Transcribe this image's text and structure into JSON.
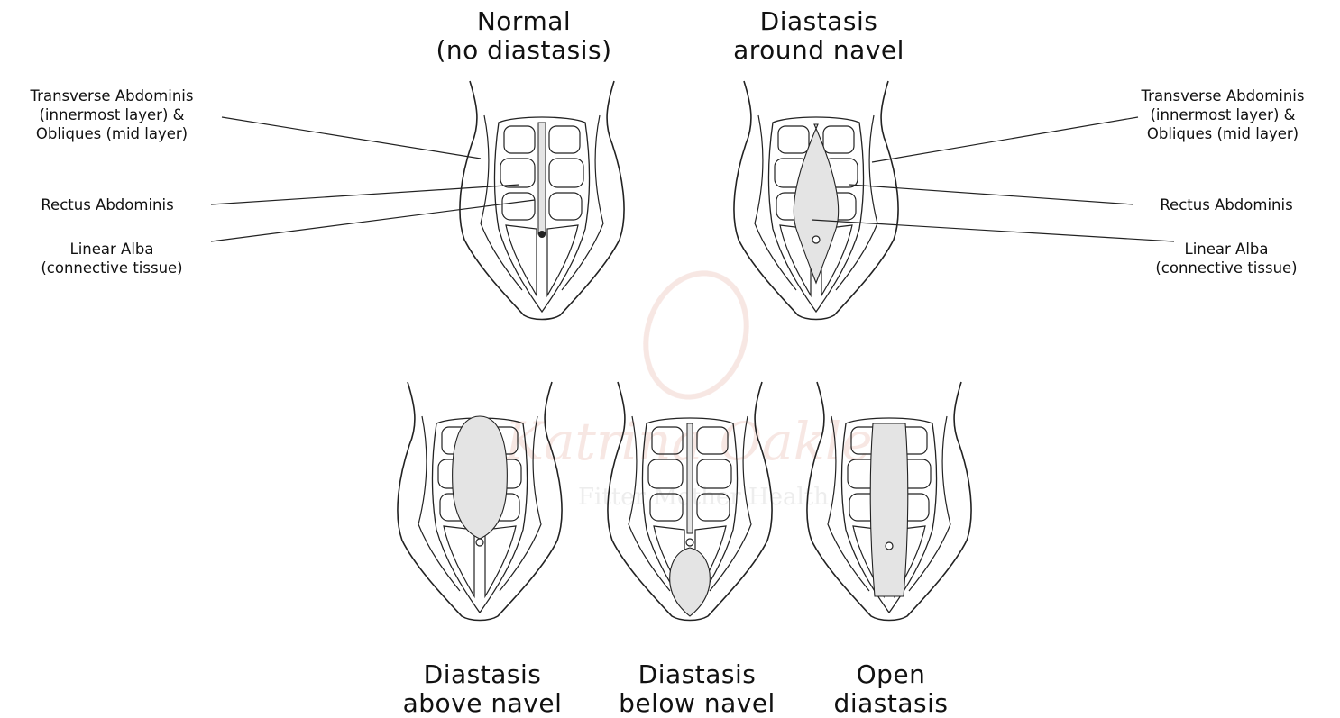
{
  "titles": {
    "normal": [
      "Normal",
      "(no diastasis)"
    ],
    "around": [
      "Diastasis",
      "around navel"
    ],
    "above": [
      "Diastasis",
      "above navel"
    ],
    "below": [
      "Diastasis",
      "below navel"
    ],
    "open": [
      "Open",
      "diastasis"
    ]
  },
  "labels_left": {
    "transverse": [
      "Transverse Abdominis",
      "(innermost layer) &",
      "Obliques (mid layer)"
    ],
    "rectus": [
      "Rectus Abdominis"
    ],
    "linea": [
      "Linear Alba",
      "(connective tissue)"
    ]
  },
  "labels_right": {
    "transverse": [
      "Transverse Abdominis",
      "(innermost layer) &",
      "Obliques (mid layer)"
    ],
    "rectus": [
      "Rectus Abdominis"
    ],
    "linea": [
      "Linear Alba",
      "(connective tissue)"
    ]
  },
  "watermark": {
    "line1": "Katrina Oakley",
    "line2": "Fitter Mother Health"
  },
  "colors": {
    "ink": "#222222",
    "fill": "#e4e4e4",
    "watermark": "#e8b9b0"
  }
}
